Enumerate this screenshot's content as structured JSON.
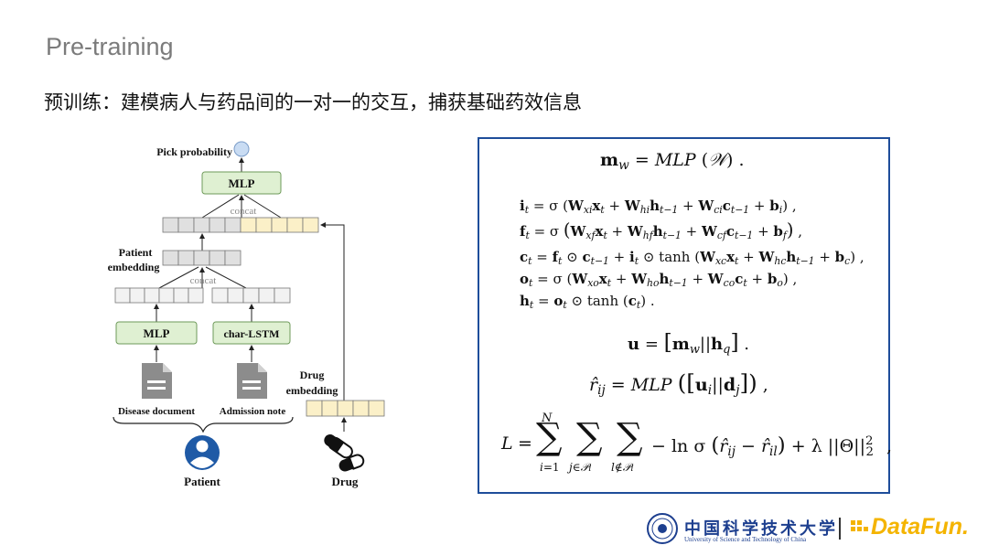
{
  "title": "Pre-training",
  "subtitle": "预训练：建模病人与药品间的一对一的交互，捕获基础药效信息",
  "diagram": {
    "pick_probability": "Pick probability",
    "mlp_top": "MLP",
    "concat_top": "concat",
    "patient_embedding_line1": "Patient",
    "patient_embedding_line2": "embedding",
    "concat_mid": "concat",
    "mlp_left": "MLP",
    "char_lstm": "char-LSTM",
    "drug_embedding_line1": "Drug",
    "drug_embedding_line2": "embedding",
    "disease_document": "Disease document",
    "admission_note": "Admission note",
    "patient": "Patient",
    "drug": "Drug",
    "colors": {
      "green_box": "#dff0d2",
      "yellow_cell": "#fbf0c8",
      "gray_cell": "#e0e0e0",
      "circle": "#c9dcf3"
    }
  },
  "formulas": {
    "mw": "m_w = MLP(𝒲).",
    "lstm_i": "i_t = σ(W_xi x_t + W_hi h_{t−1} + W_ci c_{t−1} + b_i),",
    "lstm_f": "f_t = σ(W_xf x_t + W_hf h_{t−1} + W_cf c_{t−1} + b_f),",
    "lstm_c": "c_t = f_t ⊙ c_{t−1} + i_t ⊙ tanh(W_xc x_t + W_hc h_{t−1} + b_c),",
    "lstm_o": "o_t = σ(W_xo x_t + W_ho h_{t−1} + W_co c_t + b_o),",
    "lstm_h": "h_t = o_t ⊙ tanh(c_t).",
    "u": "u = [m_w || h_q].",
    "r": "r̂_ij = MLP([u_i || d_j]),",
    "loss": "L = Σ_{i=1}^{N} Σ_{j∈P_i} Σ_{l∉P_i} −ln σ(r̂_ij − r̂_il) + λ||Θ||²₂,",
    "border_color": "#1e4d9a"
  },
  "footer": {
    "ustc_cn": "中国科学技术大学",
    "ustc_en": "University of Science and Technology of China",
    "datafun": "DataFun."
  }
}
